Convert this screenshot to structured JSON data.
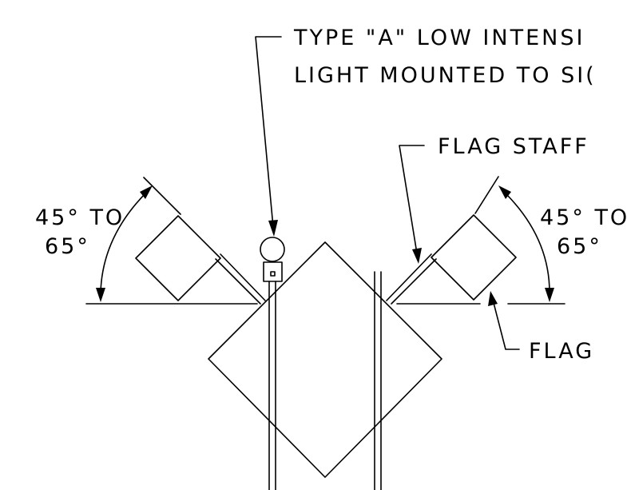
{
  "callouts": {
    "light_line1": "TYPE \"A\" LOW INTENSI",
    "light_line2": "LIGHT MOUNTED TO SI(",
    "flag_staff": "FLAG STAFF",
    "flag": "FLAG"
  },
  "angles": {
    "left_line1": "45° TO",
    "left_line2": "65°",
    "right_line1": "45° TO",
    "right_line2": "65°"
  },
  "colors": {
    "line": "#000000",
    "background": "#ffffff"
  }
}
